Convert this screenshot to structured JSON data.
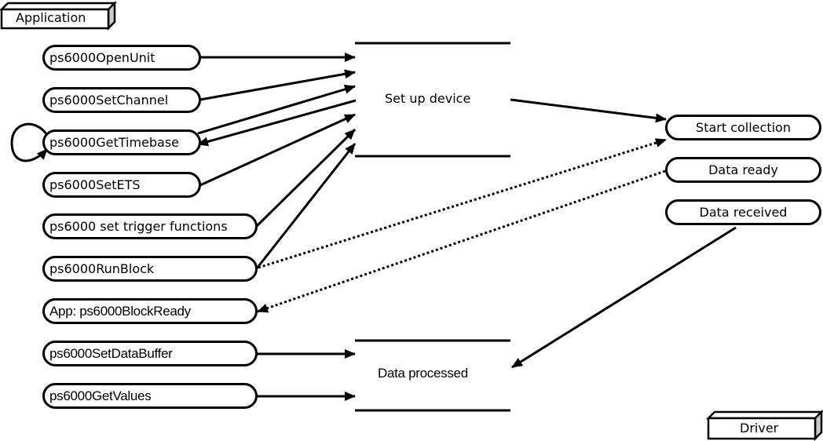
{
  "actors": {
    "application": "Application",
    "driver": "Driver"
  },
  "app_functions": [
    "ps6000OpenUnit",
    "ps6000SetChannel",
    "ps6000GetTimebase",
    "ps6000SetETS",
    "ps6000 set trigger functions",
    "ps6000RunBlock",
    "App: ps6000BlockReady",
    "ps6000SetDataBuffer",
    "ps6000GetValues"
  ],
  "stores": {
    "setup": "Set up device",
    "processed": "Data processed"
  },
  "driver_states": [
    "Start collection",
    "Data ready",
    "Data received"
  ]
}
